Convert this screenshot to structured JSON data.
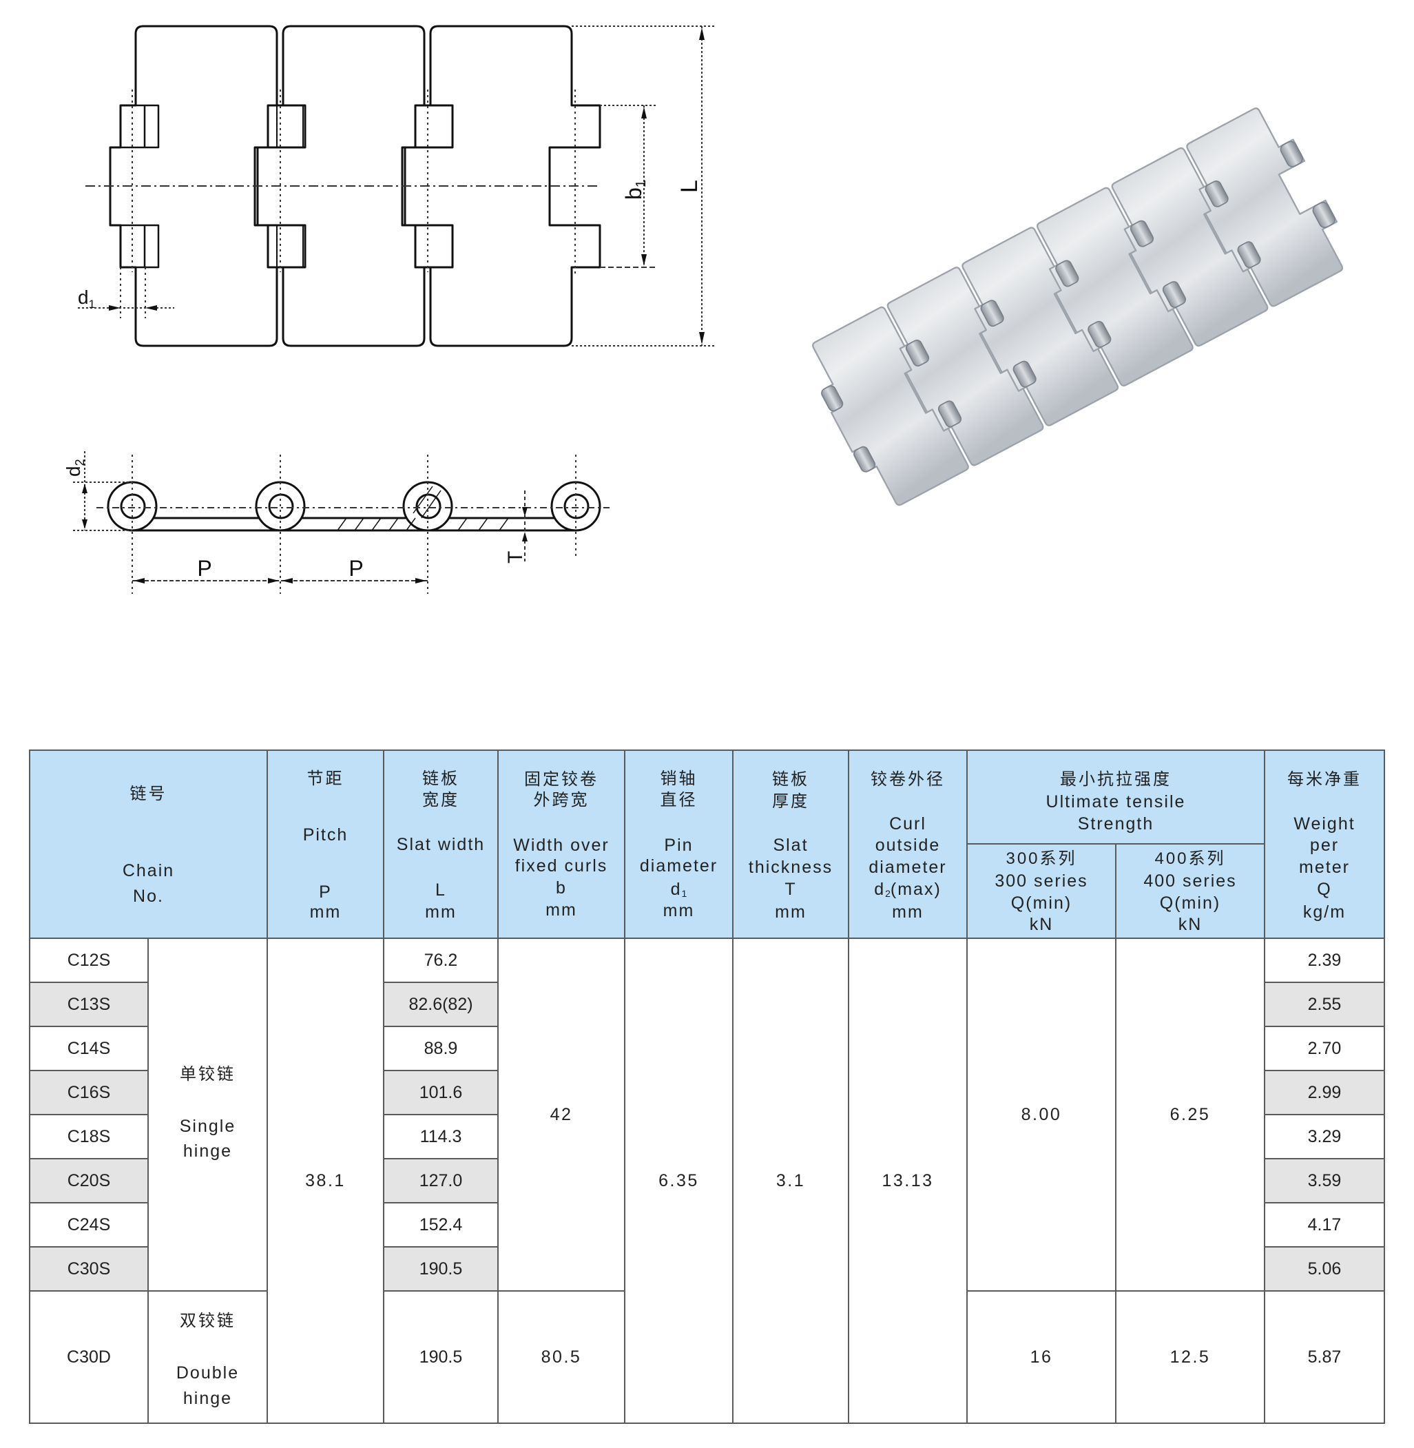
{
  "drawing": {
    "top_view": {
      "dim_b": {
        "main": "b",
        "sub": "1"
      },
      "dim_L": "L",
      "dim_d": {
        "main": "d",
        "sub": "1"
      }
    },
    "side_view": {
      "dim_d": {
        "main": "d",
        "sub": "2"
      },
      "pitch_labels": [
        "P",
        "P"
      ],
      "dim_T": "T"
    }
  },
  "colors": {
    "header_bg": "#bfe0f6",
    "alt_row_bg": "#e4e4e4",
    "grid_line": "#5a5a5a",
    "steel": "#d3d6da"
  },
  "table": {
    "header": {
      "chain_no": {
        "cn": "链号",
        "en": [
          "Chain",
          "No."
        ]
      },
      "pitch": {
        "cn": "节距",
        "en": "Pitch",
        "symbol": "P",
        "unit": "mm"
      },
      "slat_width": {
        "cn": [
          "链板",
          "宽度"
        ],
        "en": "Slat width",
        "symbol": "L",
        "unit": "mm"
      },
      "width_over_curls": {
        "cn": [
          "固定铰卷",
          "外跨宽"
        ],
        "en": [
          "Width over",
          "fixed curls"
        ],
        "symbol": "b",
        "unit": "mm"
      },
      "pin_diameter": {
        "cn": [
          "销轴",
          "直径"
        ],
        "en": [
          "Pin",
          "diameter"
        ],
        "symbol": "d",
        "symbol_sub": "1",
        "unit": "mm"
      },
      "slat_thickness": {
        "cn": [
          "链板",
          "厚度"
        ],
        "en": [
          "Slat",
          "thickness"
        ],
        "symbol": "T",
        "unit": "mm"
      },
      "curl_diameter": {
        "cn": "铰卷外径",
        "en": [
          "Curl",
          "outside",
          "diameter"
        ],
        "symbol": "d",
        "symbol_sub": "2",
        "symbol_suffix": "(max)",
        "unit": "mm"
      },
      "tensile_strength": {
        "cn": "最小抗拉强度",
        "en": [
          "Ultimate tensile",
          "Strength"
        ],
        "series_300": {
          "cn": "300系列",
          "en": "300 series",
          "symbol": "Q(min)",
          "unit": "kN"
        },
        "series_400": {
          "cn": "400系列",
          "en": "400 series",
          "symbol": "Q(min)",
          "unit": "kN"
        }
      },
      "weight": {
        "cn": "每米净重",
        "en": [
          "Weight",
          "per",
          "meter"
        ],
        "symbol": "Q",
        "unit": "kg/m"
      }
    },
    "hinge_types": {
      "single": {
        "cn": "单铰链",
        "en": [
          "Single",
          "hinge"
        ]
      },
      "double": {
        "cn": "双铰链",
        "en": [
          "Double",
          "hinge"
        ]
      }
    },
    "shared_values": {
      "pitch": "38.1",
      "pin_diameter": "6.35",
      "slat_thickness": "3.1",
      "curl_diameter": "13.13",
      "single": {
        "width_over_curls": "42",
        "tensile_300": "8.00",
        "tensile_400": "6.25"
      },
      "double": {
        "width_over_curls": "80.5",
        "tensile_300": "16",
        "tensile_400": "12.5"
      }
    },
    "rows": [
      {
        "chain_no": "C12S",
        "slat_width": "76.2",
        "weight": "2.39"
      },
      {
        "chain_no": "C13S",
        "slat_width": "82.6(82)",
        "weight": "2.55"
      },
      {
        "chain_no": "C14S",
        "slat_width": "88.9",
        "weight": "2.70"
      },
      {
        "chain_no": "C16S",
        "slat_width": "101.6",
        "weight": "2.99"
      },
      {
        "chain_no": "C18S",
        "slat_width": "114.3",
        "weight": "3.29"
      },
      {
        "chain_no": "C20S",
        "slat_width": "127.0",
        "weight": "3.59"
      },
      {
        "chain_no": "C24S",
        "slat_width": "152.4",
        "weight": "4.17"
      },
      {
        "chain_no": "C30S",
        "slat_width": "190.5",
        "weight": "5.06"
      },
      {
        "chain_no": "C30D",
        "slat_width": "190.5",
        "weight": "5.87"
      }
    ]
  }
}
